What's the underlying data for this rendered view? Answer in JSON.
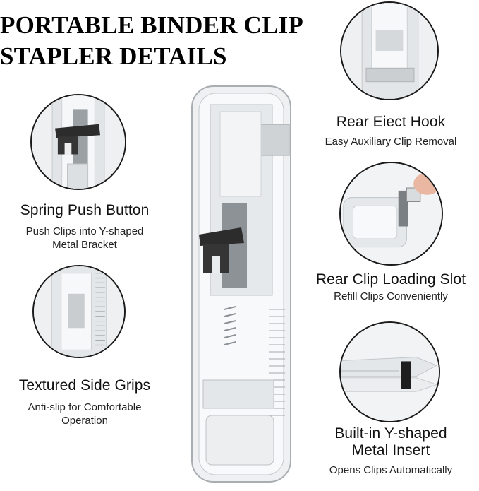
{
  "title": {
    "line1": "PORTABLE BINDER CLIP",
    "line2": "STAPLER DETAILS"
  },
  "features": {
    "spring_push_button": {
      "title": "Spring Push Button",
      "sub1": "Push Clips into Y-shaped",
      "sub2": "Metal Bracket"
    },
    "textured_side_grips": {
      "title": "Textured Side Grips",
      "sub1": "Anti-slip for Comfortable",
      "sub2": "Operation"
    },
    "rear_eject_hook": {
      "title": "Rear Eiect Hook",
      "sub1": "Easy Auxiliary Clip Removal"
    },
    "rear_clip_loading_slot": {
      "title": "Rear Clip Loading Slot",
      "sub1": "Refill Clips Conveniently"
    },
    "metal_insert": {
      "title1": "Built-in Y-shaped",
      "title2": "Metal Insert",
      "sub1": "Opens Clips Automatically"
    }
  }
}
